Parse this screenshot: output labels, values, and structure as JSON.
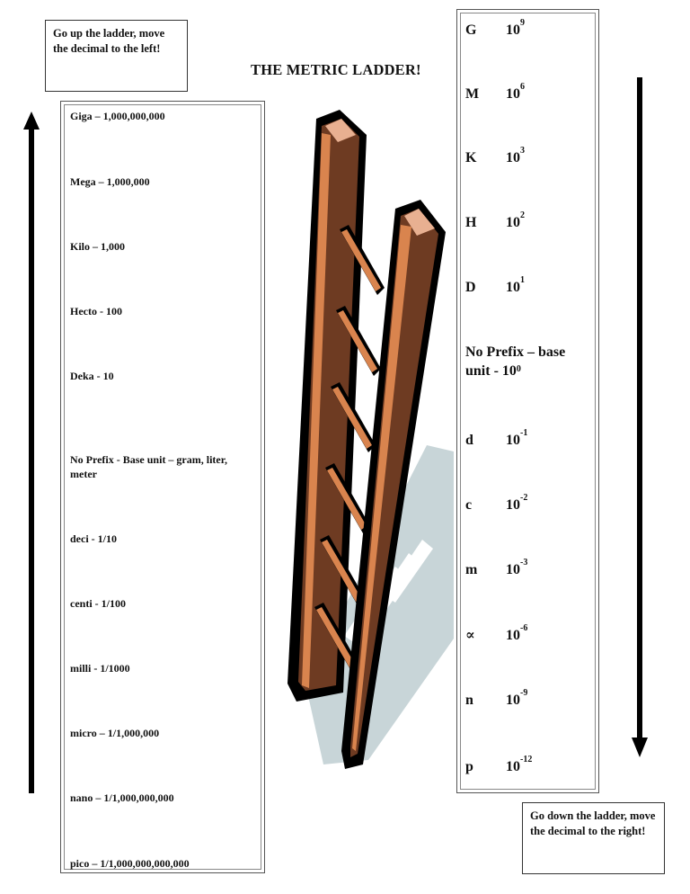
{
  "title": "THE METRIC LADDER!",
  "notes": {
    "up": "Go up the ladder, move the decimal to the left!",
    "down": "Go down the ladder, move the decimal to the right!"
  },
  "left_list": [
    {
      "text": "Giga – 1,000,000,000"
    },
    {
      "text": "Mega – 1,000,000"
    },
    {
      "text": "Kilo – 1,000"
    },
    {
      "text": "Hecto - 100"
    },
    {
      "text": "Deka - 10"
    },
    {
      "text": "No Prefix  - Base unit – gram, liter, meter"
    },
    {
      "text": "deci -  1/10"
    },
    {
      "text": "centi -  1/100"
    },
    {
      "text": "milli -  1/1000"
    },
    {
      "text": "micro – 1/1,000,000"
    },
    {
      "text": "nano – 1/1,000,000,000"
    },
    {
      "text": "pico – 1/1,000,000,000,000"
    }
  ],
  "right_list": [
    {
      "symbol": "G",
      "base": "10",
      "exp": "9"
    },
    {
      "symbol": "M",
      "base": "10",
      "exp": "6"
    },
    {
      "symbol": "K",
      "base": "10",
      "exp": "3"
    },
    {
      "symbol": "H",
      "base": "10",
      "exp": "2"
    },
    {
      "symbol": "D",
      "base": "10",
      "exp": "1"
    },
    {
      "symbol": "d",
      "base": "10",
      "exp": "-1"
    },
    {
      "symbol": "c",
      "base": "10",
      "exp": "-2"
    },
    {
      "symbol": "m",
      "base": "10",
      "exp": "-3"
    },
    {
      "symbol": "∝",
      "base": "10",
      "exp": "-6"
    },
    {
      "symbol": "n",
      "base": "10",
      "exp": "-9"
    },
    {
      "symbol": "p",
      "base": "10",
      "exp": "-12"
    }
  ],
  "base_row": {
    "text": "No Prefix – base unit - 10",
    "exp": "0"
  },
  "colors": {
    "ladder_light": "#d9844e",
    "ladder_dark": "#6e3b22",
    "ladder_top": "#e8b091",
    "shadow": "#c8d5d8",
    "outline": "#000000"
  },
  "arrows": {
    "left": "up-arrow",
    "right": "down-arrow"
  }
}
